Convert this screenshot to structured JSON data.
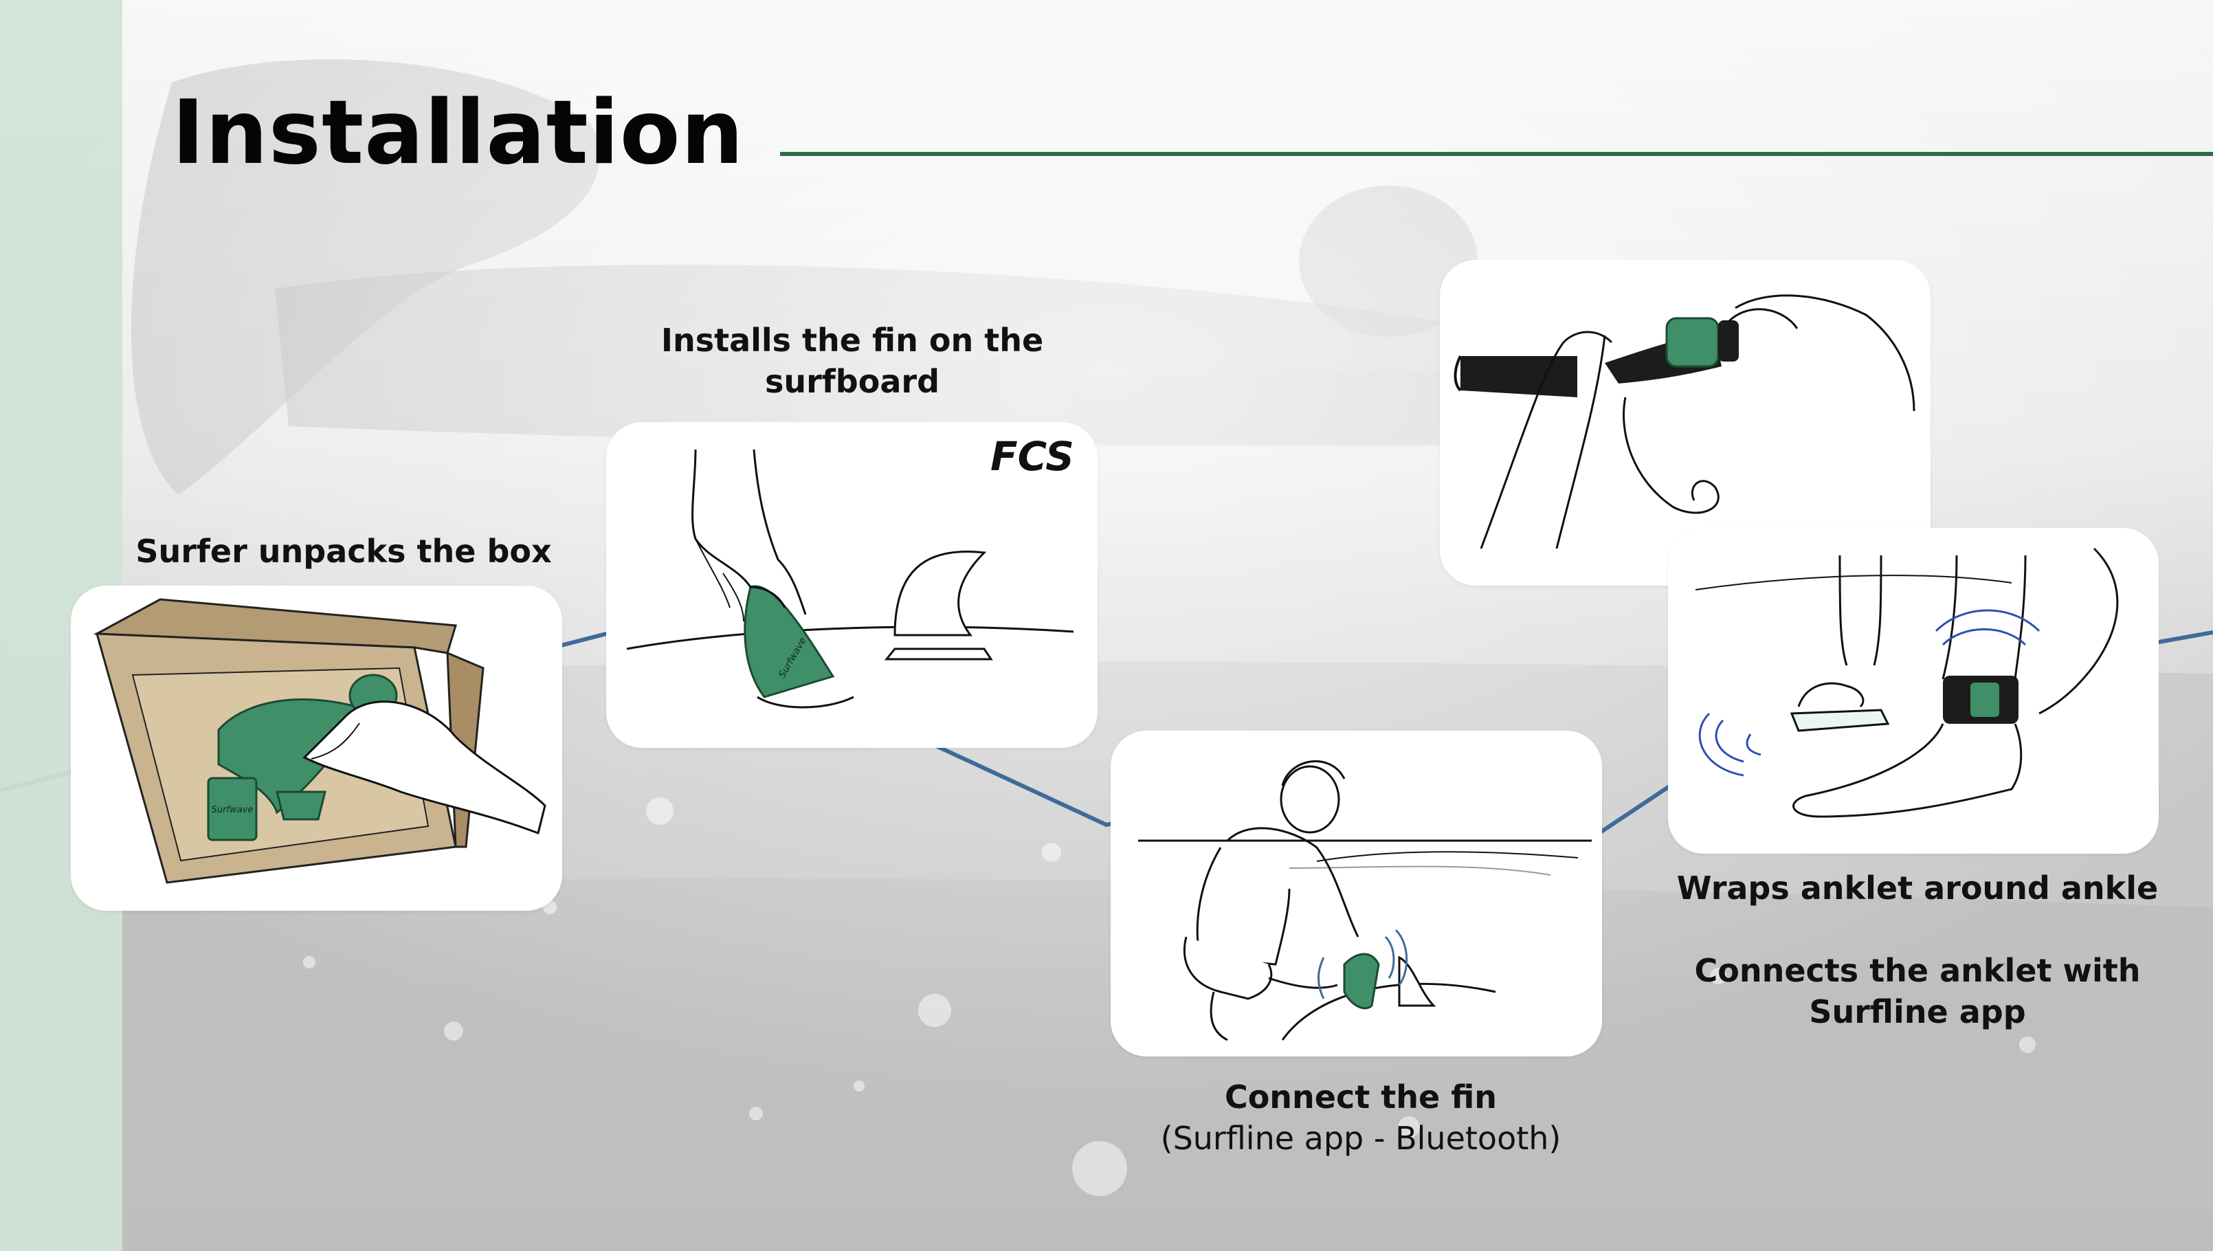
{
  "title": "Installation",
  "steps": {
    "unpack": {
      "caption": "Surfer unpacks the box",
      "brand_text": "Surfwave"
    },
    "install_fin": {
      "caption_line1": "Installs the fin on the",
      "caption_line2": "surfboard",
      "logo_text": "FCS",
      "brand_text": "Surfwave"
    },
    "connect_fin": {
      "caption": "Connect the fin",
      "subcaption": "(Surfline app - Bluetooth)"
    },
    "wrap_anklet": {
      "caption": "Wraps anklet around  ankle"
    },
    "connect_anklet": {
      "caption_line1": "Connects the anklet with",
      "caption_line2": "Surfline app"
    }
  },
  "colors": {
    "accent_green": "#2d6e46",
    "fin_green": "#3f8f68",
    "left_bar": "#cfe3d6",
    "path_blue": "#3f6a9a"
  }
}
